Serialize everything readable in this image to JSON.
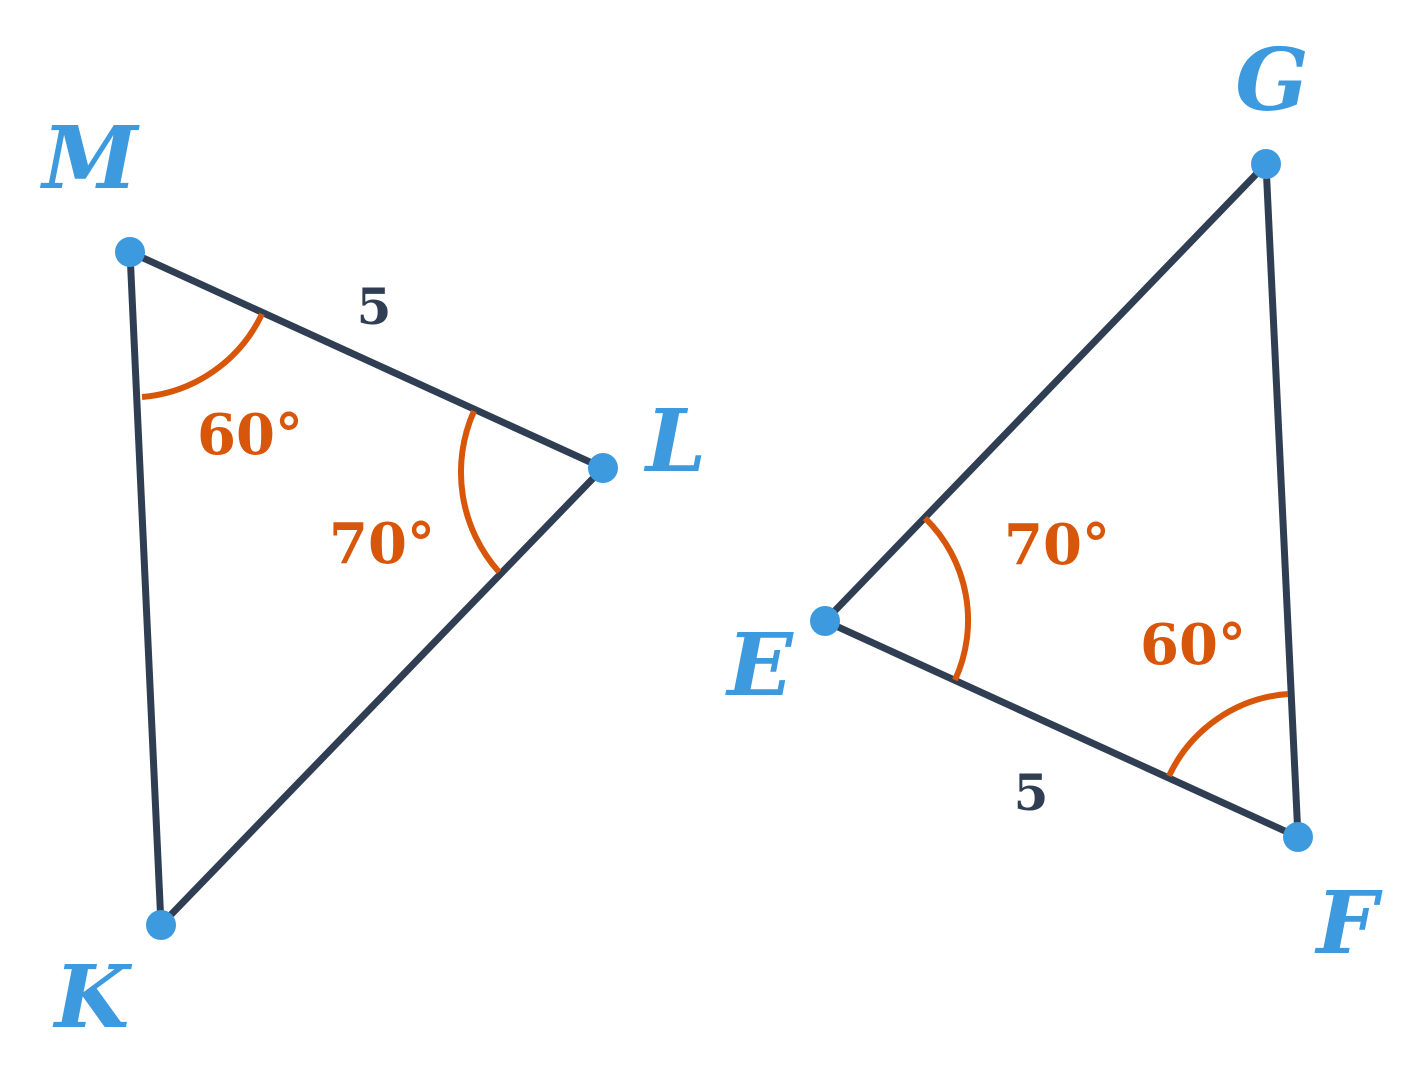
{
  "triangle_klm": {
    "vertices": {
      "m": "M",
      "l": "L",
      "k": "K"
    },
    "side_ml_length": "5",
    "angle_m": "60°",
    "angle_l": "70°"
  },
  "triangle_efg": {
    "vertices": {
      "g": "G",
      "e": "E",
      "f": "F"
    },
    "side_ef_length": "5",
    "angle_e": "70°",
    "angle_f": "60°"
  },
  "colors": {
    "vertex": "#3d9ade",
    "side": "#2f3e52",
    "angle_mark": "#d8560a"
  }
}
